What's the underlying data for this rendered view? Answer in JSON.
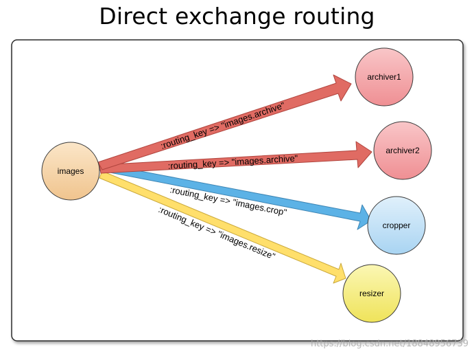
{
  "title": "Direct exchange routing",
  "watermark": "https://blog.csdn.net/18848956739",
  "colors": {
    "frame_border": "#2b2b2b",
    "red_arrow": "#e06b63",
    "red_arrow_stroke": "#b0443d",
    "blue_arrow": "#5cb2e6",
    "blue_arrow_stroke": "#3d85b4",
    "yellow_arrow": "#ffdf6b",
    "yellow_arrow_stroke": "#caa83a",
    "images_node": "#f6d3a4",
    "archiver_node": "#f4a3a6",
    "cropper_node": "#bfe0f6",
    "resizer_node": "#f6ef7a"
  },
  "nodes": {
    "images": "images",
    "archiver1": "archiver1",
    "archiver2": "archiver2",
    "cropper": "cropper",
    "resizer": "resizer"
  },
  "routes": {
    "archive1": ":routing_key => \"images.archive\"",
    "archive2": ":routing_key => \"images.archive\"",
    "crop": ":routing_key => \"images.crop\"",
    "resize": ":routing_key => \"images.resize\""
  }
}
